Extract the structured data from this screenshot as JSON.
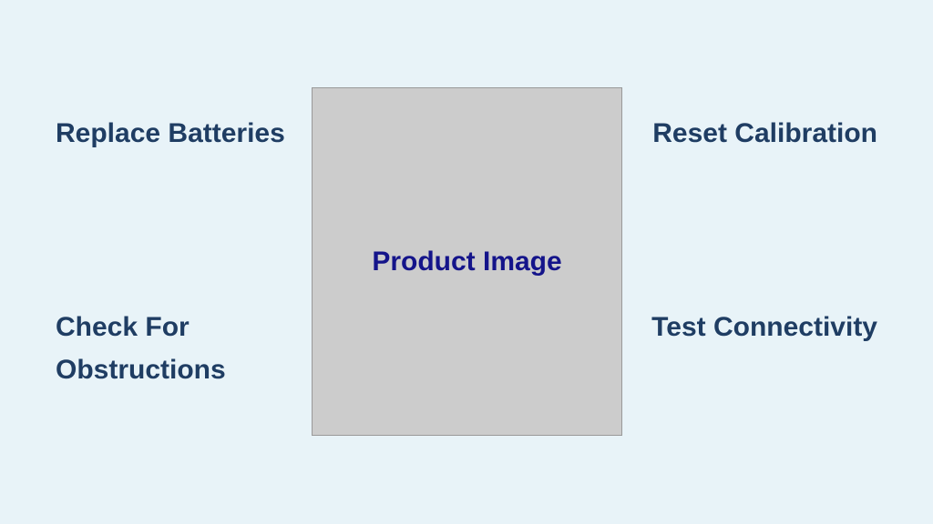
{
  "labels": {
    "top_left": "Replace Batteries",
    "bottom_left_line1": "Check For",
    "bottom_left_line2": "Obstructions",
    "top_right": "Reset Calibration",
    "bottom_right": "Test Connectivity"
  },
  "product_image": {
    "placeholder": "Product Image"
  },
  "colors": {
    "background": "#e8f3f8",
    "label_text": "#1f3d63",
    "placeholder_text": "#14148a",
    "placeholder_fill": "#cccccc"
  }
}
